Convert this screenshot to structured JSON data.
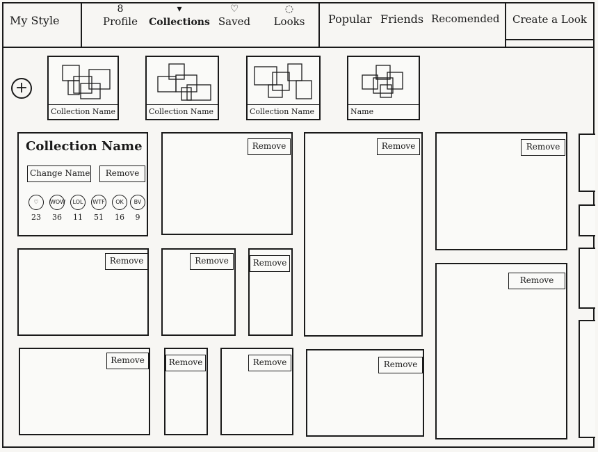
{
  "app": {
    "title": "My Style"
  },
  "nav": {
    "profile": "Profile",
    "collections": "Collections",
    "saved": "Saved",
    "looks": "Looks",
    "popular": "Popular",
    "friends": "Friends",
    "recommended": "Recomended",
    "create": "Create a Look"
  },
  "icons": {
    "add": "plus-circle-icon",
    "profile": "person-icon",
    "collections": "hanger-icon",
    "saved": "heart-icon",
    "looks": "looks-icon"
  },
  "collections": [
    {
      "name": "Collection Name"
    },
    {
      "name": "Collection Name"
    },
    {
      "name": "Collection Name"
    },
    {
      "name": "Name"
    }
  ],
  "detail": {
    "title": "Collection Name",
    "change_name": "Change Name",
    "remove": "Remove",
    "reactions": [
      {
        "label": "♡",
        "count": "23"
      },
      {
        "label": "WOW",
        "count": "36"
      },
      {
        "label": "LOL",
        "count": "11"
      },
      {
        "label": "WTF",
        "count": "51"
      },
      {
        "label": "OK",
        "count": "16"
      },
      {
        "label": "BV",
        "count": "9"
      }
    ]
  },
  "item": {
    "remove": "Remove"
  }
}
